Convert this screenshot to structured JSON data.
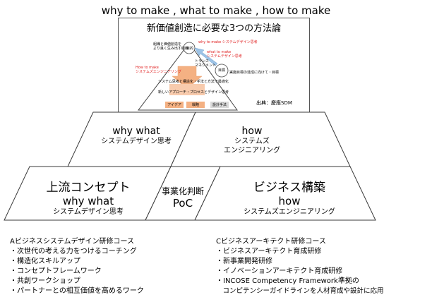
{
  "header": {
    "title": "why to make , what to make , how to make"
  },
  "figure": {
    "title": "新価値創造に必要な3つの方法論",
    "credit": "出典：慶應SDM",
    "inner": {
      "left_note": [
        "組織と価値創造を",
        "より良く生み出す組織"
      ],
      "top_node": "目的",
      "red_label_1": "why to make システムデザイン思考",
      "red_label_2": [
        "what to make",
        "システムデザイン思考"
      ],
      "red_label_3": [
        "How to make",
        "システムズエンジニアリング"
      ],
      "mid_small": [
        "トランス",
        "マネジメント"
      ],
      "right_node": "目標",
      "right_note": "実施目標の達成に向けて・目標",
      "band_1": "システム思考と構造化・手法と方法で最適化",
      "band_2": "新しいアプローチ・プロセスとデザイン思考",
      "bottom_boxes": [
        "アイデア",
        "戦略",
        "設計手法"
      ]
    }
  },
  "upper_row": [
    {
      "title": "why what",
      "sub": [
        "システムデザイン思考"
      ]
    },
    {
      "title": "how",
      "sub": [
        "システムズ",
        "エンジニアリング"
      ]
    }
  ],
  "lower_row": [
    {
      "title": "上流コンセプト",
      "title2": "why what",
      "sub": "システムデザイン思考"
    },
    {
      "title": "事業化判断",
      "title2": "PoC"
    },
    {
      "title": "ビジネス構築",
      "title2": "how",
      "sub": "システムズエンジニアリング"
    }
  ],
  "course_a": {
    "heading": "Aビジネスシステムデザイン研修コース",
    "items": [
      "・次世代の考える力をつけるコーチング",
      "・構造化スキルアップ",
      "・コンセプトフレームワーク",
      "・共創ワークショップ",
      "・パートナーとの相互価値を高めるワーク"
    ]
  },
  "course_c": {
    "heading": "Cビジネスアーキテクト研修コース",
    "items": [
      "・ビジネスアーキテクト育成研修",
      "・新事業開発研修",
      "・イノベーションアーキテクト育成研修",
      "・INCOSE Competency Framework準拠の",
      "　コンピテンシーガイドラインを人材育成や設計に応用"
    ]
  },
  "colors": {
    "red_text": "#e02020",
    "orange_arrow": "#f4b183",
    "blue_arrow": "#9dc3e6",
    "line": "#3a3a3a"
  }
}
